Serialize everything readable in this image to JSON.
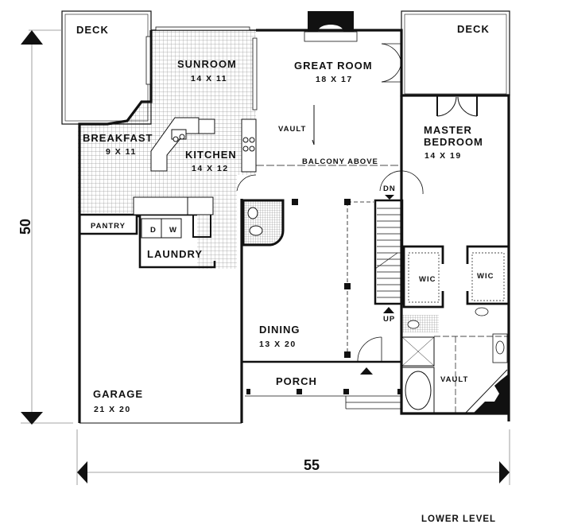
{
  "plan": {
    "title": "LOWER LEVEL",
    "overall_width": "55",
    "overall_depth": "50",
    "rooms": [
      {
        "id": "deck-left",
        "name": "DECK",
        "size": ""
      },
      {
        "id": "sunroom",
        "name": "SUNROOM",
        "size": "14 X 11"
      },
      {
        "id": "great-room",
        "name": "GREAT ROOM",
        "size": "18 X 17"
      },
      {
        "id": "deck-right",
        "name": "DECK",
        "size": ""
      },
      {
        "id": "breakfast",
        "name": "BREAKFAST",
        "size": "9 X 11"
      },
      {
        "id": "kitchen",
        "name": "KITCHEN",
        "size": "14 X 12"
      },
      {
        "id": "master-bedroom",
        "name": "MASTER BEDROOM",
        "name_line1": "MASTER",
        "name_line2": "BEDROOM",
        "size": "14 X 19"
      },
      {
        "id": "pantry",
        "name": "PANTRY",
        "size": ""
      },
      {
        "id": "laundry",
        "name": "LAUNDRY",
        "size": ""
      },
      {
        "id": "dining",
        "name": "DINING",
        "size": "13 X 20"
      },
      {
        "id": "garage",
        "name": "GARAGE",
        "size": "21 X 20"
      },
      {
        "id": "porch",
        "name": "PORCH",
        "size": ""
      },
      {
        "id": "wic-left",
        "name": "WIC",
        "size": ""
      },
      {
        "id": "wic-right",
        "name": "WIC",
        "size": ""
      }
    ],
    "annotations": {
      "vault_great_room": "VAULT",
      "balcony_above": "BALCONY ABOVE",
      "stair_down": "DN",
      "stair_up": "UP",
      "vault_bath": "VAULT",
      "dryer": "D",
      "washer": "W"
    },
    "colors": {
      "line": "#111111",
      "tile_grid": "#9a9a9a",
      "background": "#ffffff"
    }
  }
}
